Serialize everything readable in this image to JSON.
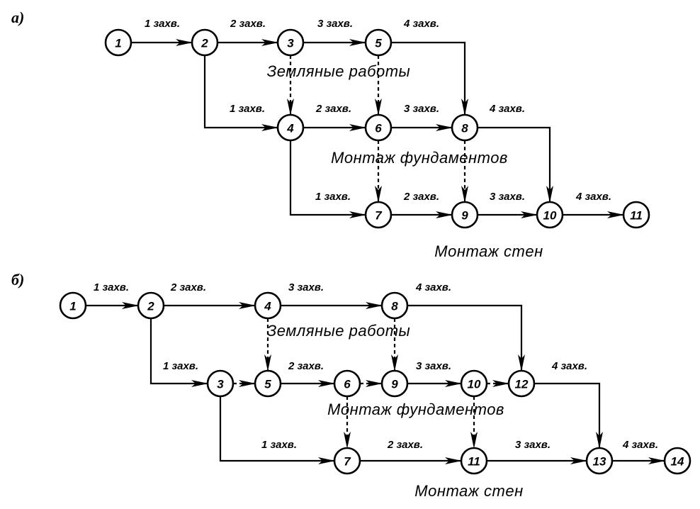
{
  "diagram_a": {
    "label": "а)",
    "sections": [
      "Земляные работы",
      "Монтаж фундаментов",
      "Монтаж стен"
    ],
    "nodes": [
      "1",
      "2",
      "3",
      "5",
      "4",
      "6",
      "8",
      "7",
      "9",
      "10",
      "11"
    ],
    "edges": [
      {
        "from": "1",
        "to": "2",
        "label": "1 захв."
      },
      {
        "from": "2",
        "to": "3",
        "label": "2 захв."
      },
      {
        "from": "3",
        "to": "5",
        "label": "3 захв."
      },
      {
        "from": "5",
        "to": "8",
        "label": "4 захв."
      },
      {
        "from": "2",
        "to": "4",
        "label": "1 захв."
      },
      {
        "from": "4",
        "to": "6",
        "label": "2 захв."
      },
      {
        "from": "6",
        "to": "8",
        "label": "3 захв."
      },
      {
        "from": "8",
        "to": "10",
        "label": "4 захв."
      },
      {
        "from": "4",
        "to": "7",
        "label": "1 захв."
      },
      {
        "from": "7",
        "to": "9",
        "label": "2 захв."
      },
      {
        "from": "9",
        "to": "10",
        "label": "3 захв."
      },
      {
        "from": "10",
        "to": "11",
        "label": "4 захв."
      },
      {
        "from": "3",
        "to": "4",
        "label": ""
      },
      {
        "from": "5",
        "to": "6",
        "label": ""
      },
      {
        "from": "6",
        "to": "7",
        "label": ""
      },
      {
        "from": "8",
        "to": "9",
        "label": ""
      }
    ]
  },
  "diagram_b": {
    "label": "б)",
    "sections": [
      "Земляные работы",
      "Монтаж фундаментов",
      "Монтаж стен"
    ],
    "nodes": [
      "1",
      "2",
      "4",
      "8",
      "3",
      "5",
      "6",
      "9",
      "10",
      "12",
      "7",
      "11",
      "13",
      "14"
    ],
    "edges": [
      {
        "from": "1",
        "to": "2",
        "label": "1 захв."
      },
      {
        "from": "2",
        "to": "4",
        "label": "2 захв."
      },
      {
        "from": "4",
        "to": "8",
        "label": "3 захв."
      },
      {
        "from": "8",
        "to": "12",
        "label": "4 захв."
      },
      {
        "from": "2",
        "to": "3",
        "label": "1 захв."
      },
      {
        "from": "3",
        "to": "5",
        "label": ""
      },
      {
        "from": "5",
        "to": "6",
        "label": "2 захв."
      },
      {
        "from": "6",
        "to": "9",
        "label": ""
      },
      {
        "from": "9",
        "to": "10",
        "label": "3 захв."
      },
      {
        "from": "10",
        "to": "12",
        "label": ""
      },
      {
        "from": "12",
        "to": "13",
        "label": "4 захв."
      },
      {
        "from": "3",
        "to": "7",
        "label": "1 захв."
      },
      {
        "from": "7",
        "to": "11",
        "label": "2 захв."
      },
      {
        "from": "11",
        "to": "13",
        "label": "3 захв."
      },
      {
        "from": "13",
        "to": "14",
        "label": "4 захв."
      },
      {
        "from": "4",
        "to": "5",
        "label": ""
      },
      {
        "from": "8",
        "to": "9",
        "label": ""
      },
      {
        "from": "6",
        "to": "7",
        "label": ""
      },
      {
        "from": "10",
        "to": "11",
        "label": ""
      }
    ]
  }
}
